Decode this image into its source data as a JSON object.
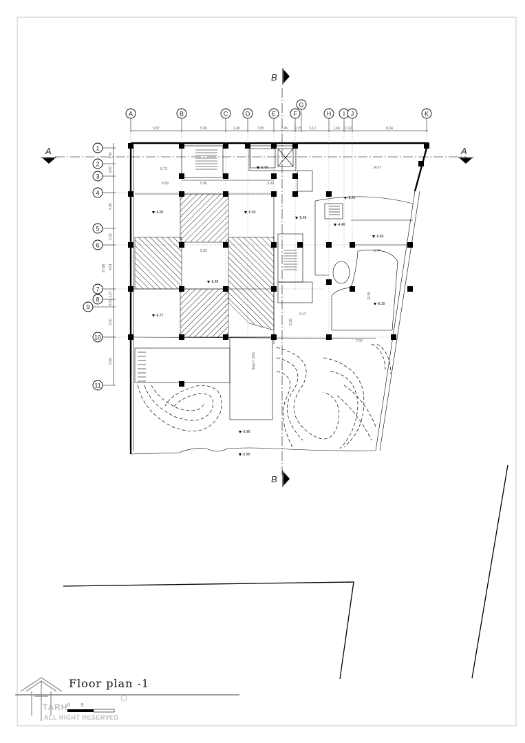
{
  "drawing": {
    "title": "Floor plan -1",
    "section_a": "A",
    "section_b": "B",
    "scale_text": "0          5",
    "watermark_brand": "TARH",
    "watermark_rights": "ALL RIGHT RESERVED"
  },
  "grid_columns": [
    "A",
    "B",
    "C",
    "D",
    "E",
    "F",
    "G",
    "H",
    "I",
    "J",
    "K"
  ],
  "grid_rows": [
    "1",
    "2",
    "3",
    "4",
    "5",
    "6",
    "7",
    "8",
    "9",
    "10",
    "11"
  ],
  "column_spacings": [
    "5.87",
    "5.00",
    "2.45",
    "3.05",
    "2.45",
    "0.75",
    "3.12",
    "1.63",
    "1.02",
    "8.34"
  ],
  "row_spacings": [
    "1.42",
    "0.85",
    "4.08",
    "2.02",
    "4.81",
    "1.27",
    "0.65",
    "3.50",
    "5.90"
  ],
  "overall_dims": [
    "27.86",
    "14.57",
    "11.55",
    "7.07",
    "6.12",
    "5.38"
  ],
  "level_marks": [
    "-5.40",
    "-6.06",
    "-5.40",
    "-5.40",
    "-6.77",
    "-5.40",
    "-5.40",
    "-4.40",
    "-5.40",
    "-6.10",
    "-0.90",
    "-2.90"
  ],
  "annotations": [
    "Slop = 15%",
    "5.92",
    "5.96",
    "6.89",
    "5.73",
    "3.00",
    "6.44"
  ]
}
